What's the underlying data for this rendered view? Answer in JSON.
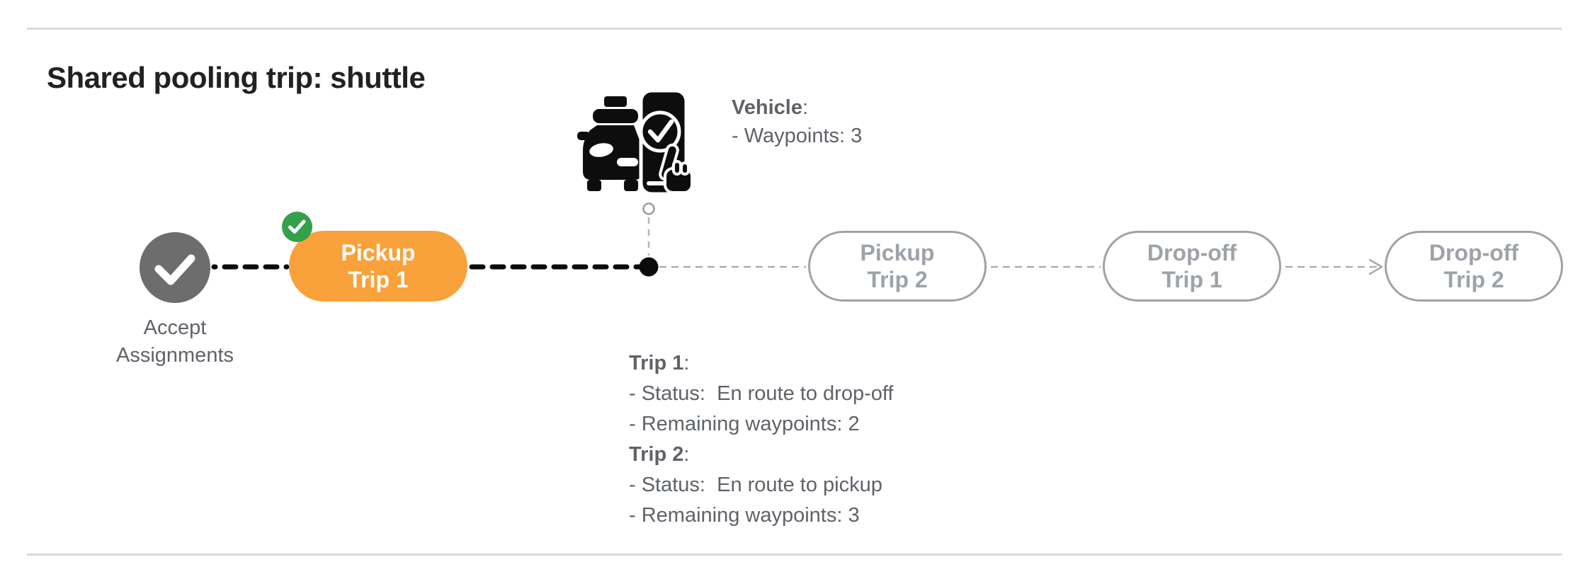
{
  "header": {
    "title": "Shared pooling trip: shuttle"
  },
  "vehicle": {
    "icon": "taxi-phone-check-icon",
    "label": "Vehicle",
    "colon": ":",
    "waypoints_line": "- Waypoints: 3"
  },
  "timeline": {
    "accept": {
      "label_line1": "Accept",
      "label_line2": "Assignments",
      "state": "completed"
    },
    "pickup_trip_1": {
      "line1": "Pickup",
      "line2": "Trip 1",
      "state": "active",
      "badge": "completed-check"
    },
    "pickup_trip_2": {
      "line1": "Pickup",
      "line2": "Trip 2",
      "state": "pending"
    },
    "dropoff_trip_1": {
      "line1": "Drop-off",
      "line2": "Trip 1",
      "state": "pending"
    },
    "dropoff_trip_2": {
      "line1": "Drop-off",
      "line2": "Trip 2",
      "state": "pending"
    }
  },
  "trip_status": {
    "trip1": {
      "label": "Trip 1",
      "colon": ":",
      "status_line": "- Status:  En route to drop-off",
      "waypoints_line": "- Remaining waypoints: 2"
    },
    "trip2": {
      "label": "Trip 2",
      "colon": ":",
      "status_line": "- Status:  En route to pickup",
      "waypoints_line": "- Remaining waypoints: 3"
    }
  },
  "colors": {
    "active_orange": "#F9A13B",
    "completed_green": "#34A04C",
    "completed_gray": "#6D6D6D",
    "pending_gray": "#9EA3A9",
    "text_gray": "#5F6368",
    "rule_gray": "#D9D9D9",
    "line_black": "#0B0B0B"
  }
}
